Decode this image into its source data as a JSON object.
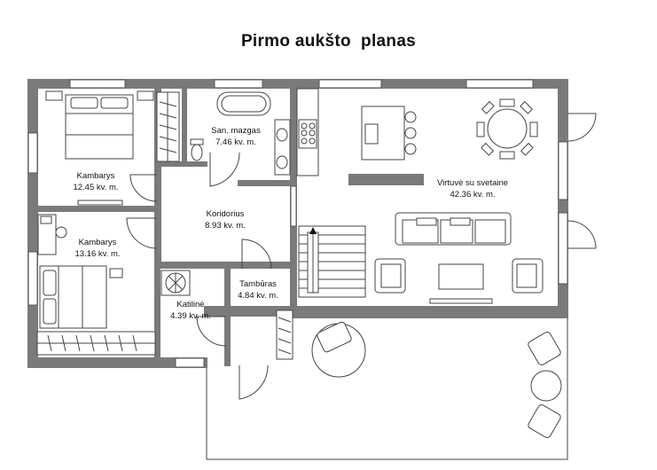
{
  "title": "Pirmo aukšto  planas",
  "rooms": {
    "bedroom1": {
      "name": "Kambarys",
      "area": "12.45 kv. m."
    },
    "bathroom": {
      "name": "San. mazgas",
      "area": "7.46 kv. m."
    },
    "kitchen_living": {
      "name": "Virtuvė su svetaine",
      "area": "42.36 kv. m."
    },
    "corridor": {
      "name": "Koridorius",
      "area": "8.93 kv. m."
    },
    "bedroom2": {
      "name": "Kambarys",
      "area": "13.16 kv. m."
    },
    "vestibule": {
      "name": "Tambūras",
      "area": "4.84 kv. m."
    },
    "boiler": {
      "name": "Katilinė",
      "area": "4.39 kv. m."
    }
  },
  "colors": {
    "wall": "#7a7a7a",
    "line": "#444444",
    "background": "#ffffff"
  }
}
